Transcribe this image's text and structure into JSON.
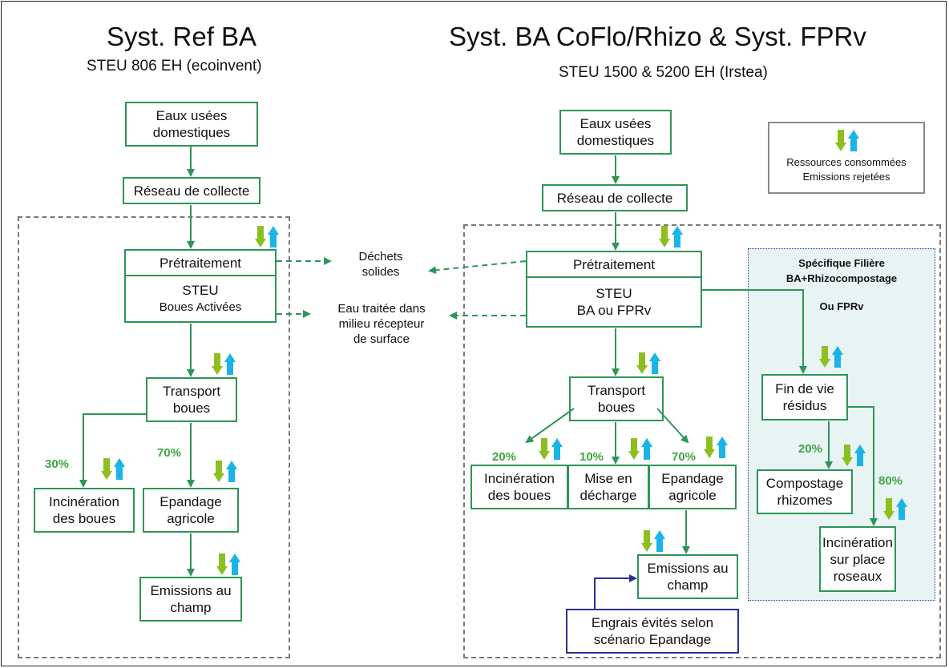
{
  "left": {
    "title": "Syst. Ref BA",
    "subtitle": "STEU 806 EH (ecoinvent)",
    "eaux": "Eaux usées\ndomestiques",
    "reseau": "Réseau de collecte",
    "pretraitement": "Prétraitement",
    "steu": "STEU",
    "steu_sub": "Boues Activées",
    "transport": "Transport\nboues",
    "incineration": "Incinération\ndes boues",
    "epandage": "Epandage\nagricole",
    "emissions": "Emissions au\nchamp",
    "pct_incineration": "30%",
    "pct_epandage": "70%"
  },
  "middle": {
    "dechets": "Déchets\nsolides",
    "eau_traitee": "Eau traitée dans\nmilieu récepteur\nde surface"
  },
  "right": {
    "title": "Syst. BA CoFlo/Rhizo & Syst. FPRv",
    "subtitle": "STEU 1500 & 5200 EH (Irstea)",
    "eaux": "Eaux usées\ndomestiques",
    "reseau": "Réseau de collecte",
    "pretraitement": "Prétraitement",
    "steu": "STEU",
    "steu_sub": "BA ou FPRv",
    "transport": "Transport\nboues",
    "incineration": "Incinération\ndes boues",
    "decharge": "Mise en\ndécharge",
    "epandage": "Epandage\nagricole",
    "emissions": "Emissions au\nchamp",
    "engrais": "Engrais évités selon\nscénario Epandage",
    "pct_incineration": "20%",
    "pct_decharge": "10%",
    "pct_epandage": "70%"
  },
  "specific": {
    "title": "Spécifique Filière\nBA+Rhizocompostage",
    "or": "Ou FPRv",
    "fin_vie": "Fin de vie\nrésidus",
    "compostage": "Compostage\nrhizomes",
    "incineration": "Incinération\nsur place\nroseaux",
    "pct_compostage": "20%",
    "pct_incineration": "80%"
  },
  "legend": {
    "text": "Ressources consommées\nEmissions rejetées"
  },
  "colors": {
    "box_border": "#2e9558",
    "arrow": "#2e9558",
    "engrais_border": "#2b2f8f",
    "down_icon": "#8cbf1f",
    "up_icon": "#19b4e8",
    "percent": "#3ea63e"
  }
}
